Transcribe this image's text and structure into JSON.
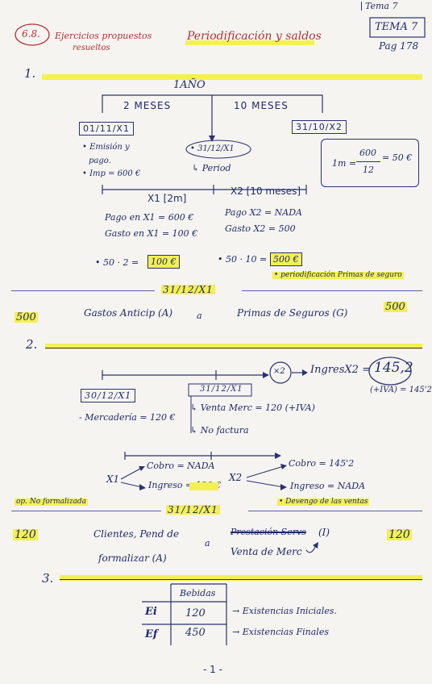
{
  "header": {
    "tema_top": "Tema 7",
    "badge": "6.8.",
    "subtitle_line1": "Ejercicios propuestos",
    "subtitle_line2": "resueltos",
    "title": "Periodificación y saldos",
    "tema_box": "TEMA 7",
    "page_ref": "Pag 178"
  },
  "exercise1": {
    "number": "1.",
    "year_label": "1AÑO",
    "left_span": "2 MESES",
    "right_span": "10 MESES",
    "start_date": "01/11/X1",
    "end_date": "31/10/X2",
    "emision_line1": "• Emisión y",
    "emision_line2": "pago.",
    "importe": "• Imp = 600 €",
    "cutoff_date": "• 31/12/X1",
    "period_label": "↳ Period",
    "calc_monthly": "1m =",
    "calc_num": "600",
    "calc_den": "12",
    "calc_result": "= 50 €",
    "x1_label": "X1 [2m]",
    "x2_label": "X2 [10 meses]",
    "x1_pago": "Pago en X1 = 600 €",
    "x1_gasto": "Gasto en X1 = 100 €",
    "x2_pago": "Pago X2 = NADA",
    "x2_gasto": "Gasto X2 = 500",
    "x1_formula": "• 50 · 2 =",
    "x1_result": "100 €",
    "x2_formula": "• 50 · 10 =",
    "x2_result": "500 €",
    "note": "• periodificación Primas de seguro",
    "entry_date": "31/12/X1",
    "entry_left_amount": "500",
    "entry_debit": "Gastos Anticip (A)",
    "entry_a": "a",
    "entry_credit": "Primas de Seguros (G)",
    "entry_right_amount": "500"
  },
  "exercise2": {
    "number": "2.",
    "x2_circle": "×2",
    "ingreso_label": "IngresX2 =",
    "ingreso_value": "145,2",
    "ingreso_note": "(+IVA) = 145'2",
    "start_date": "30/12/X1",
    "mercaderia": "- Mercadería = 120 €",
    "cutoff_date": "31/12/X1",
    "venta": "↳ Venta Merc = 120 (+IVA)",
    "no_factura": "↳ No factura",
    "x1": "X1",
    "x1_cobro": "Cobro = NADA",
    "x1_ingreso": "Ingreso = 120 €",
    "x2": "X2",
    "x2_cobro": "Cobro = 145'2",
    "x2_ingreso": "Ingreso = NADA",
    "left_note": "op. No formalizada",
    "right_note": "• Devengo de las ventas",
    "entry_date": "31/12/X1",
    "entry_left_amount": "120",
    "entry_debit_line1": "Clientes, Pend de",
    "entry_debit_line2": "formalizar (A)",
    "entry_a": "a",
    "entry_crossed": "Prestación Servs",
    "entry_credit_tag": "(I)",
    "entry_credit": "Venta de Merc",
    "entry_right_amount": "120"
  },
  "exercise3": {
    "number": "3.",
    "table_header": "Bebidas",
    "rows": [
      {
        "label": "Ei",
        "value": "120",
        "desc": "→ Existencias Iniciales."
      },
      {
        "label": "Ef",
        "value": "450",
        "desc": "→ Existencias Finales"
      }
    ]
  },
  "footer": {
    "page_number": "- 1 -"
  }
}
